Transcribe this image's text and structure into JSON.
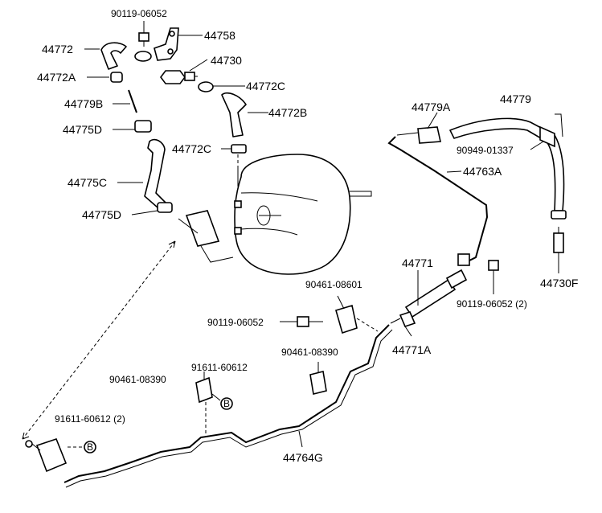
{
  "labels": {
    "p90119_06052_top": "90119-06052",
    "p44758": "44758",
    "p44772": "44772",
    "p44730": "44730",
    "p44772A": "44772A",
    "p44772C_top": "44772C",
    "p44779B": "44779B",
    "p44772B": "44772B",
    "p44775D_top": "44775D",
    "p44772C_mid": "44772C",
    "p44775C": "44775C",
    "p44775D_bot": "44775D",
    "p44779A": "44779A",
    "p44779": "44779",
    "p90949_01337": "90949-01337",
    "p44763A": "44763A",
    "p44771": "44771",
    "p90461_08601": "90461-08601",
    "p44730F": "44730F",
    "p90119_06052_2": "90119-06052 (2)",
    "p90119_06052_mid": "90119-06052",
    "p44771A": "44771A",
    "p90461_08390_right": "90461-08390",
    "p91611_60612": "91611-60612",
    "p90461_08390_left": "90461-08390",
    "p91611_60612_2": "91611-60612 (2)",
    "p44764G": "44764G",
    "ref_B1": "B",
    "ref_B2": "B"
  }
}
